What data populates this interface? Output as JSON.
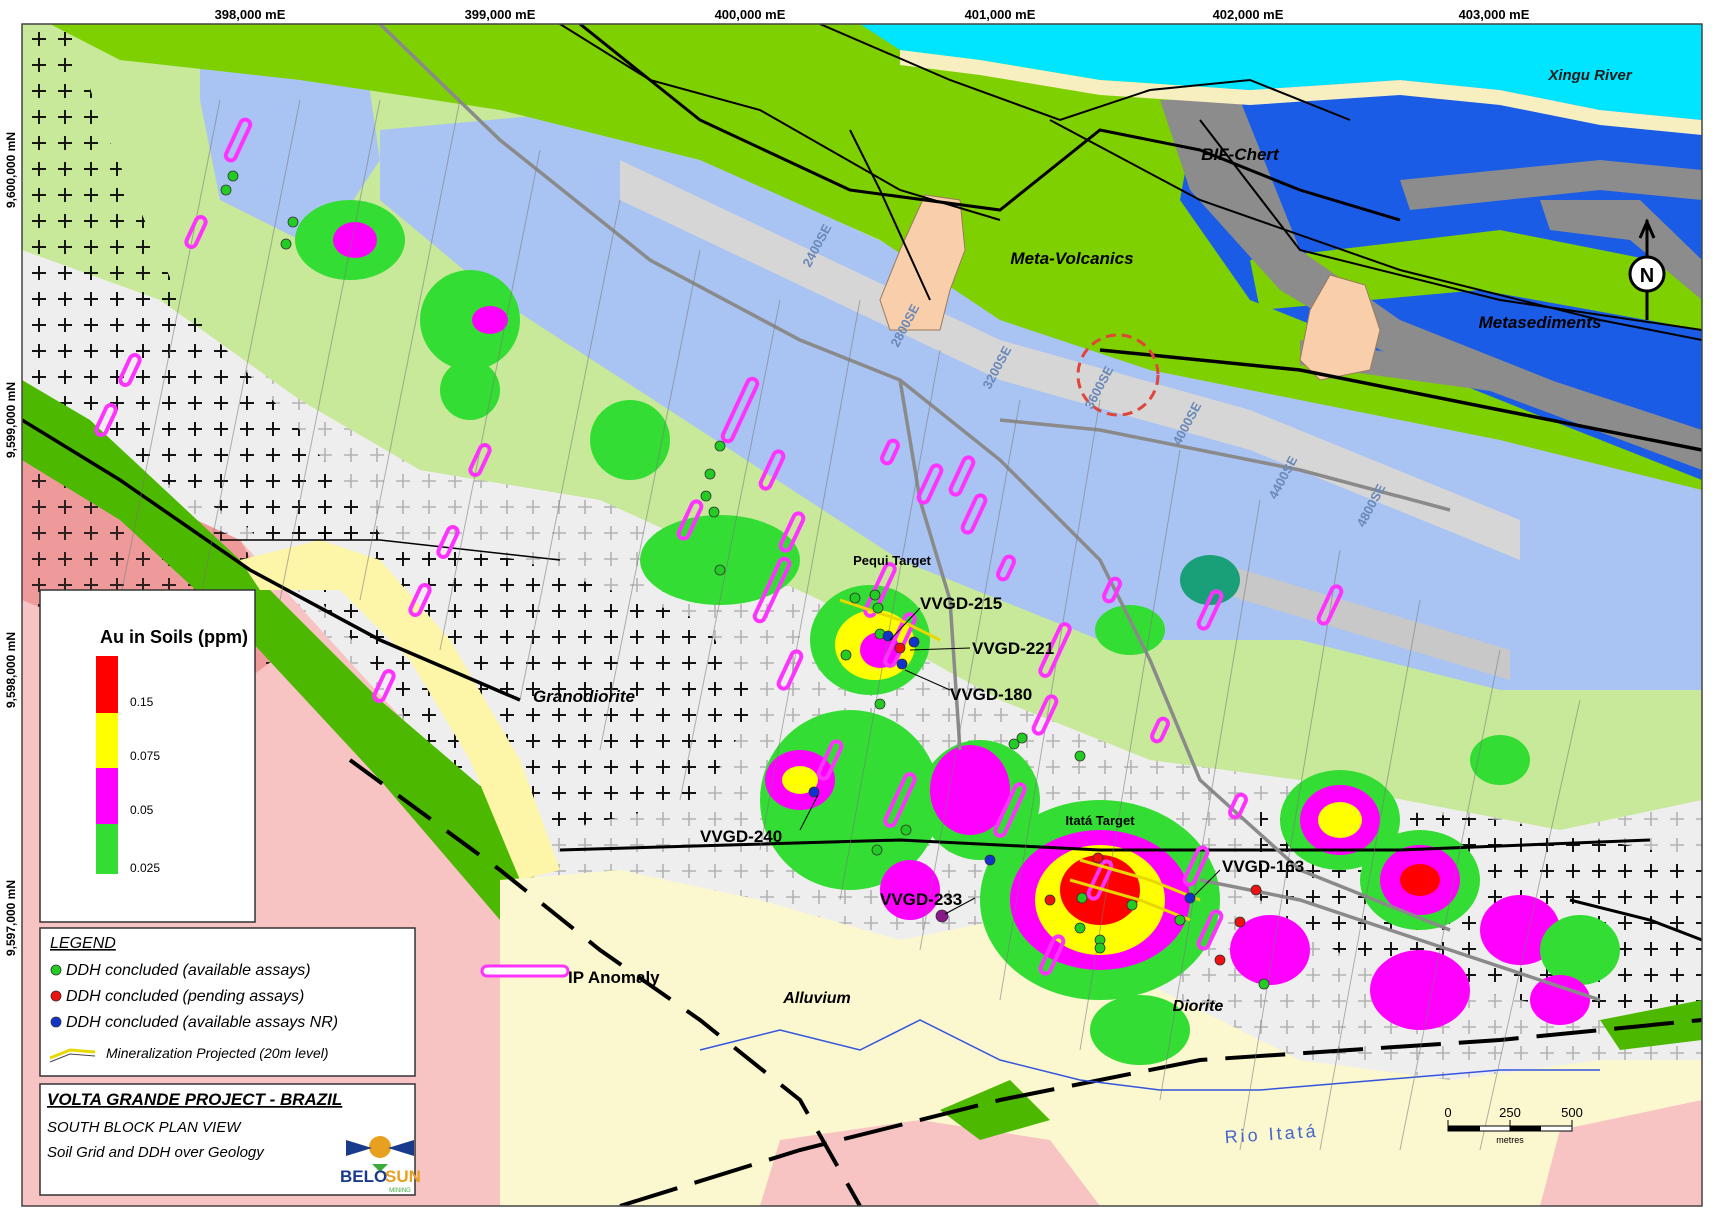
{
  "grid": {
    "easting": [
      "398,000 mE",
      "399,000 mE",
      "400,000 mE",
      "401,000 mE",
      "402,000 mE",
      "403,000 mE"
    ],
    "northing": [
      "9,600,000 mN",
      "9,599,000 mN",
      "9,598,000 mN",
      "9,597,000 mN"
    ]
  },
  "units": {
    "xingu_river": "Xingu River",
    "bif_chert": "BIF-Chert",
    "meta_volcanics": "Meta-Volcanics",
    "metasediments": "Metasediments",
    "granodiorite": "Granodiorite",
    "alluvium": "Alluvium",
    "diorite": "Diorite",
    "rio_itata": "Rio Itatá"
  },
  "sections": [
    "2400SE",
    "2800SE",
    "3200SE",
    "3600SE",
    "4000SE",
    "4400SE",
    "4800SE"
  ],
  "targets": {
    "pequi": "Pequi Target",
    "itata": "Itatá Target"
  },
  "holes": [
    "VVGD-215",
    "VVGD-221",
    "VVGD-180",
    "VVGD-240",
    "VVGD-233",
    "VVGD-163"
  ],
  "north_arrow": "N",
  "soil_legend": {
    "title": "Au in Soils (ppm)",
    "classes": [
      {
        "label": "0.15",
        "color": "#ff0000"
      },
      {
        "label": "0.075",
        "color": "#ffff00"
      },
      {
        "label": "0.05",
        "color": "#ff00ff"
      },
      {
        "label": "0.025",
        "color": "#33dd33"
      }
    ]
  },
  "legend": {
    "title": "LEGEND",
    "items": [
      {
        "label": "DDH concluded (available assays)",
        "color": "#22cc22"
      },
      {
        "label": "DDH concluded (pending assays)",
        "color": "#ee1111"
      },
      {
        "label": "DDH concluded (available assays NR)",
        "color": "#1133cc"
      },
      {
        "label": "Mineralization Projected (20m level)",
        "color": "#e8d800"
      }
    ],
    "ip_anomaly": "IP Anomaly"
  },
  "title_block": {
    "project": "VOLTA GRANDE PROJECT - BRAZIL",
    "line1": "SOUTH BLOCK PLAN VIEW",
    "line2": "Soil Grid and DDH over Geology",
    "logo_belo": "BELO",
    "logo_sun": "SUN",
    "logo_mining": "MINING"
  },
  "scale_bar": {
    "ticks": [
      "0",
      "250",
      "500"
    ],
    "unit": "metres"
  },
  "colors": {
    "river": "#00e5ff",
    "meta_volcanics": "#7ed000",
    "metasediments": "#1a5ce6",
    "bif_chert": "#8c8c8c",
    "light_green": "#c8e89a",
    "light_blue": "#a9c4f2",
    "granodiorite": "#eeeeee",
    "alluvium": "#fbf7cf",
    "pink": "#f7c3c3",
    "dark_pink": "#ef9a9a",
    "intrusive": "#f8cfaa"
  }
}
